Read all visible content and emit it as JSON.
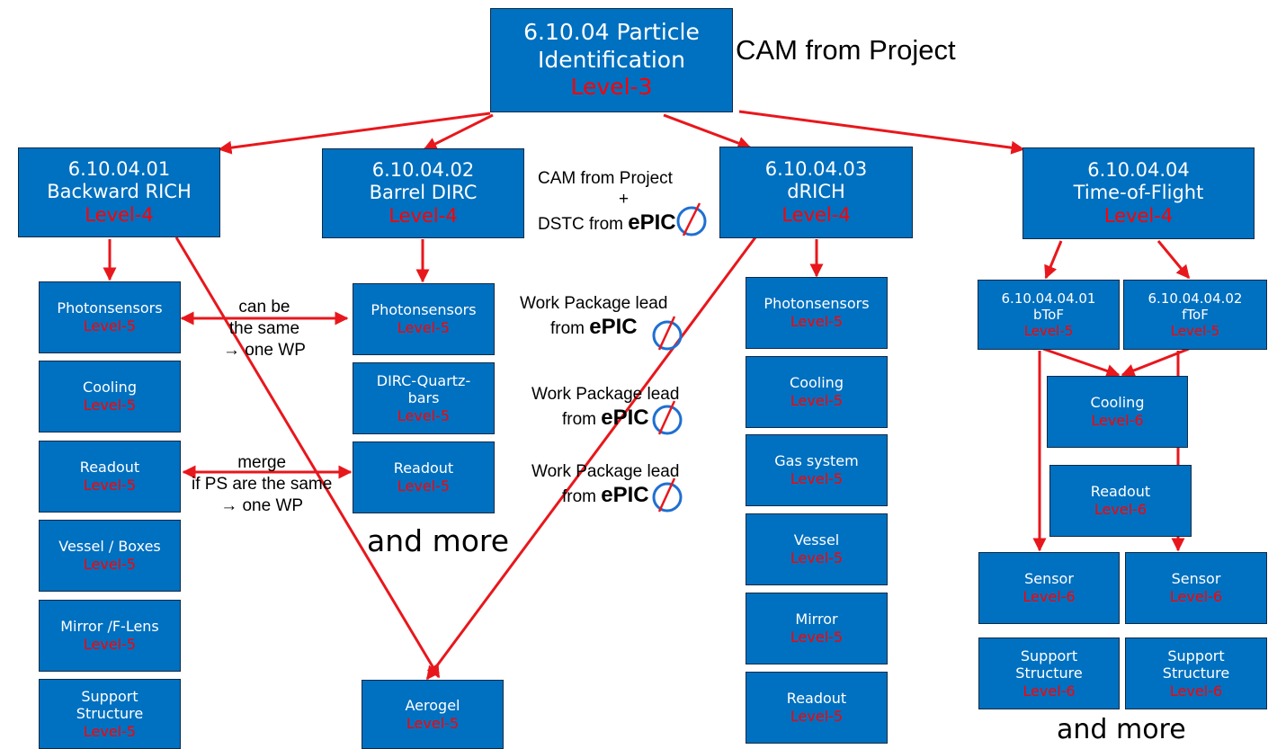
{
  "top": {
    "code": "6.10.04 Particle",
    "name": "Identification",
    "level": "Level-3"
  },
  "cam_label": "CAM from Project",
  "l4": [
    {
      "code": "6.10.04.01",
      "name": "Backward RICH",
      "level": "Level-4"
    },
    {
      "code": "6.10.04.02",
      "name": "Barrel DIRC",
      "level": "Level-4"
    },
    {
      "code": "6.10.04.03",
      "name": "dRICH",
      "level": "Level-4"
    },
    {
      "code": "6.10.04.04",
      "name": "Time-of-Flight",
      "level": "Level-4"
    }
  ],
  "middle": {
    "cam_dstc": [
      "CAM from Project",
      "+",
      "DSTC from"
    ],
    "wp": [
      {
        "line1": "Work Package lead",
        "line2": "from"
      },
      {
        "line1": "Work Package lead",
        "line2": "from"
      },
      {
        "line1": "Work Package lead",
        "line2": "from"
      }
    ],
    "logo": "ePIC"
  },
  "col1": [
    {
      "name": "Photonsensors",
      "level": "Level-5"
    },
    {
      "name": "Cooling",
      "level": "Level-5"
    },
    {
      "name": "Readout",
      "level": "Level-5"
    },
    {
      "name": "Vessel / Boxes",
      "level": "Level-5"
    },
    {
      "name": "Mirror /F-Lens",
      "level": "Level-5"
    },
    {
      "name1": "Support",
      "name2": "Structure",
      "level": "Level-5"
    }
  ],
  "col2": [
    {
      "name": "Photonsensors",
      "level": "Level-5"
    },
    {
      "name1": "DIRC-Quartz-",
      "name2": "bars",
      "level": "Level-5"
    },
    {
      "name": "Readout",
      "level": "Level-5"
    }
  ],
  "col3": [
    {
      "name": "Photonsensors",
      "level": "Level-5"
    },
    {
      "name": "Cooling",
      "level": "Level-5"
    },
    {
      "name": "Gas system",
      "level": "Level-5"
    },
    {
      "name": "Vessel",
      "level": "Level-5"
    },
    {
      "name": "Mirror",
      "level": "Level-5"
    },
    {
      "name": "Readout",
      "level": "Level-5"
    }
  ],
  "aerogel": {
    "name": "Aerogel",
    "level": "Level-5"
  },
  "tof": {
    "btof": {
      "code": "6.10.04.04.01",
      "name": "bToF",
      "level": "Level-5"
    },
    "ftof": {
      "code": "6.10.04.04.02",
      "name": "fToF",
      "level": "Level-5"
    },
    "cooling": {
      "name": "Cooling",
      "level": "Level-6"
    },
    "readout": {
      "name": "Readout",
      "level": "Level-6"
    },
    "sensor_left": {
      "name": "Sensor",
      "level": "Level-6"
    },
    "sensor_right": {
      "name": "Sensor",
      "level": "Level-6"
    },
    "support_left": {
      "name1": "Support",
      "name2": "Structure",
      "level": "Level-6"
    },
    "support_right": {
      "name1": "Support",
      "name2": "Structure",
      "level": "Level-6"
    }
  },
  "notes": {
    "canbe": [
      "can be",
      "the same",
      "→ one WP"
    ],
    "merge": [
      "merge",
      "if PS are the same",
      "→ one WP"
    ],
    "and_more_mid": "and more",
    "and_more_right": "and more"
  },
  "colors": {
    "box": "#0070c0",
    "border": "#0f2a45",
    "level": "#ff0000",
    "arrow": "#e8171c",
    "logo_ring": "#1f6fd1"
  }
}
